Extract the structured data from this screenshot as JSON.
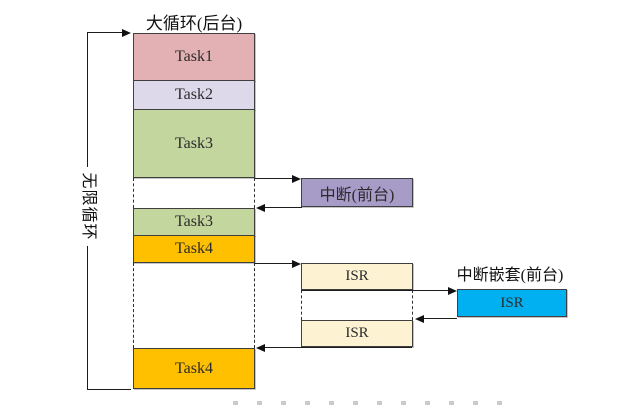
{
  "title": "大循环(后台)",
  "infinite_loop_label": "无限循环",
  "tasks": {
    "task1": "Task1",
    "task2": "Task2",
    "task3a": "Task3",
    "task3b": "Task3",
    "task4a": "Task4",
    "task4b": "Task4"
  },
  "foreground": {
    "interrupt_label": "中断(前台)",
    "isr1": "ISR",
    "isr2": "ISR",
    "nested_title": "中断嵌套(前台)",
    "nested_isr": "ISR"
  },
  "colors": {
    "task1": "#e3b1b3",
    "task2": "#ded9ea",
    "task3": "#c3d69e",
    "task4": "#ffc000",
    "interrupt": "#a79bc8",
    "isr": "#fdf2d2",
    "nested_isr": "#00b0f0",
    "line": "#1c1c1c"
  }
}
